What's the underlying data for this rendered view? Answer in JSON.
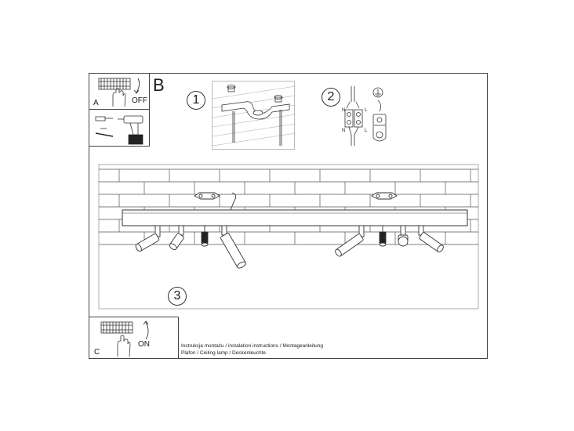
{
  "sheet": {
    "section_b": "B",
    "steps": {
      "step1": "1",
      "step2": "2",
      "step3": "3"
    },
    "panel_a": {
      "letter": "A",
      "state": "OFF"
    },
    "panel_c": {
      "letter": "C",
      "state": "ON"
    },
    "wiring": {
      "n1": "N",
      "l1": "L",
      "n2": "N",
      "l2": "L"
    },
    "captions": {
      "line1": "Instrukcja montażu / instalation instructions / Montageanleitung",
      "line2": "Plafon / Ceiling lamp / Deckenleuchte"
    }
  },
  "icons": {
    "panel_a": [
      "fuse-box-icon",
      "hand-switch-off-icon",
      "arrow-down-icon"
    ],
    "tools": [
      "drill-icon",
      "screw-icon",
      "wall-plug-icon"
    ],
    "step1": [
      "mounting-bracket-icon",
      "screw-icon"
    ],
    "step2": [
      "terminal-block-icon",
      "ground-symbol-icon"
    ],
    "step3": [
      "brick-ceiling-icon",
      "spotlight-icon"
    ],
    "panel_c": [
      "fuse-box-icon",
      "hand-switch-on-icon",
      "arrow-up-icon"
    ]
  },
  "colors": {
    "line": "#333333",
    "frame": "#444444",
    "background": "#ffffff"
  }
}
